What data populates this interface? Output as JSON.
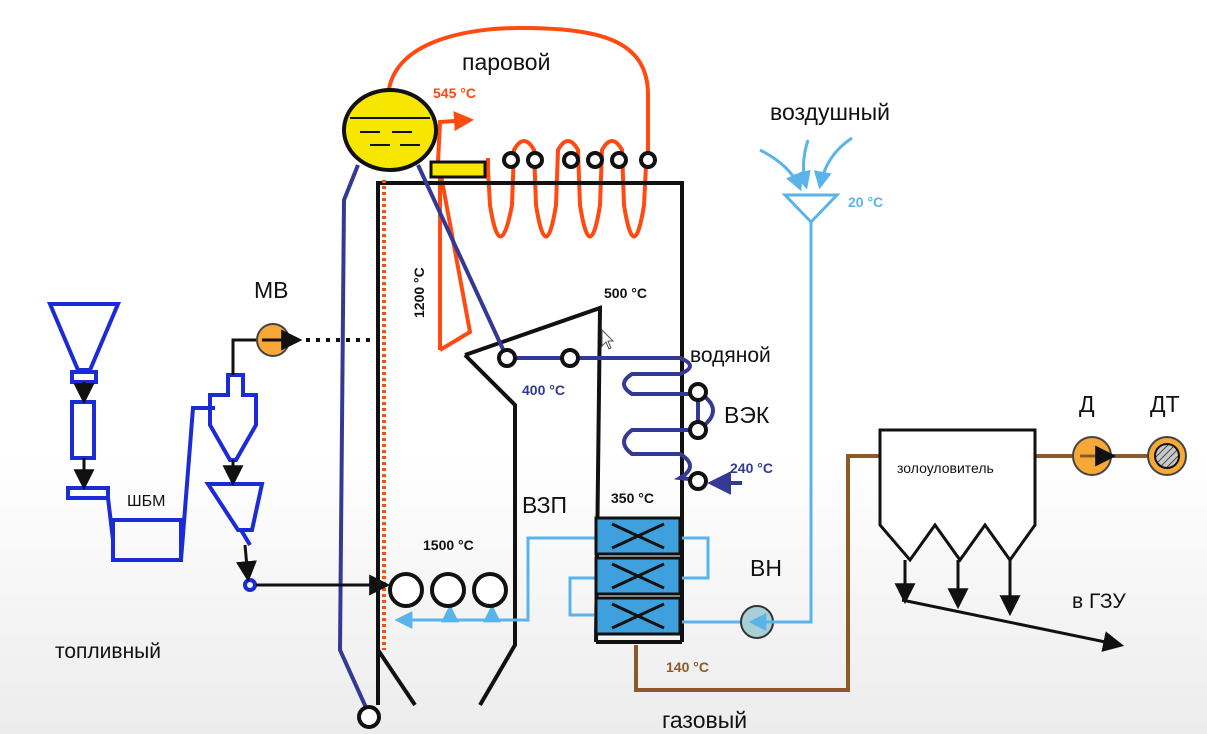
{
  "labels": {
    "steam": "паровой",
    "air": "воздушный",
    "water": "водяной",
    "fuel": "топливный",
    "gas": "газовый",
    "mv": "МВ",
    "shbm": "ШБМ",
    "vek": "ВЭК",
    "vzp": "ВЗП",
    "vn": "ВН",
    "d": "Д",
    "dt": "ДТ",
    "ash_collector": "золоуловитель",
    "to_gzu": "в ГЗУ"
  },
  "temps": {
    "steam_out": "545 °C",
    "air_in": "20 °C",
    "furnace_wall": "1200 °C",
    "after_superheater": "500 °C",
    "economizer_out": "400 °C",
    "water_in": "240 °C",
    "before_air_heater": "350 °C",
    "furnace_core": "1500 °C",
    "flue_gas_out": "140 °C"
  },
  "colors": {
    "steam": "#ff4a12",
    "water": "#343a94",
    "air": "#5ab4ea",
    "fuel": "#1b2bd8",
    "gas": "#8b5a2b",
    "drum": "#f7e600",
    "fan": "#f7a836",
    "air_heater": "#3ea0dc",
    "structure": "#111111"
  }
}
